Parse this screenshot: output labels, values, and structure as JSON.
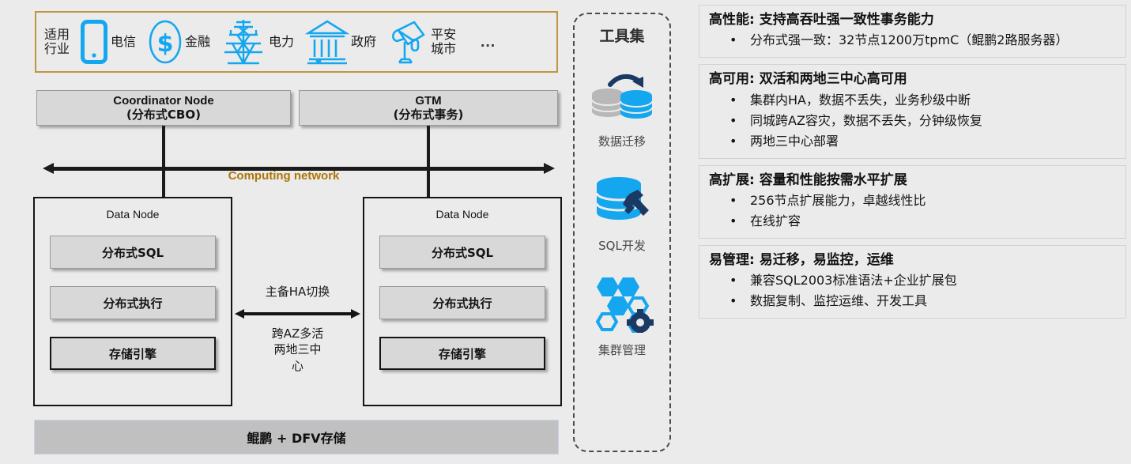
{
  "industry_bar": {
    "label": "适用\n行业",
    "items": [
      {
        "icon": "mobile-phone-icon",
        "label": "电信"
      },
      {
        "icon": "dollar-coin-icon",
        "label": "金融"
      },
      {
        "icon": "power-tower-icon",
        "label": "电力"
      },
      {
        "icon": "government-building-icon",
        "label": "政府"
      },
      {
        "icon": "security-camera-icon",
        "label": "平安\n城市"
      }
    ],
    "more": "…"
  },
  "architecture": {
    "coordinator_node": {
      "line1": "Coordinator Node",
      "line2": "(分布式CBO)"
    },
    "gtm_node": {
      "line1": "GTM",
      "line2": "(分布式事务)"
    },
    "bus_label": "Computing network",
    "bus_label_color": "#ad7706",
    "data_node_left": {
      "title": "Data Node",
      "items": [
        "分布式SQL",
        "分布式执行",
        "存储引擎"
      ]
    },
    "data_node_right": {
      "title": "Data Node",
      "items": [
        "分布式SQL",
        "分布式执行",
        "存储引擎"
      ]
    },
    "ha_top_label": "主备HA切换",
    "ha_bottom_label": "跨AZ多活\n两地三中\n心",
    "storage_bar": "鲲鹏 + DFV存储"
  },
  "toolset": {
    "title": "工具集",
    "tools": [
      {
        "icon": "database-migration-icon",
        "label": "数据迁移"
      },
      {
        "icon": "sql-development-icon",
        "label": "SQL开发"
      },
      {
        "icon": "cluster-management-icon",
        "label": "集群管理"
      }
    ]
  },
  "feature_cards": [
    {
      "title": "高性能: 支持高吞吐强一致性事务能力",
      "bullets": [
        "分布式强一致：32节点1200万tpmC（鲲鹏2路服务器）"
      ]
    },
    {
      "title": "高可用: 双活和两地三中心高可用",
      "bullets": [
        "集群内HA，数据不丢失，业务秒级中断",
        "同城跨AZ容灾，数据不丢失，分钟级恢复",
        "两地三中心部署"
      ]
    },
    {
      "title": "高扩展: 容量和性能按需水平扩展",
      "bullets": [
        "256节点扩展能力，卓越线性比",
        "在线扩容"
      ]
    },
    {
      "title": "易管理: 易迁移，易监控，运维",
      "bullets": [
        "兼容SQL2003标准语法+企业扩展包",
        "数据复制、监控运维、开发工具"
      ]
    }
  ],
  "colors": {
    "background": "#ebebeb",
    "accent_blue": "#14a7f0",
    "accent_navy": "#1b3a63",
    "bus_gold": "#ad7706",
    "industry_border": "#bf9641",
    "box_gray": "#d8d8d8",
    "storage_gray": "#c0c0c0"
  }
}
